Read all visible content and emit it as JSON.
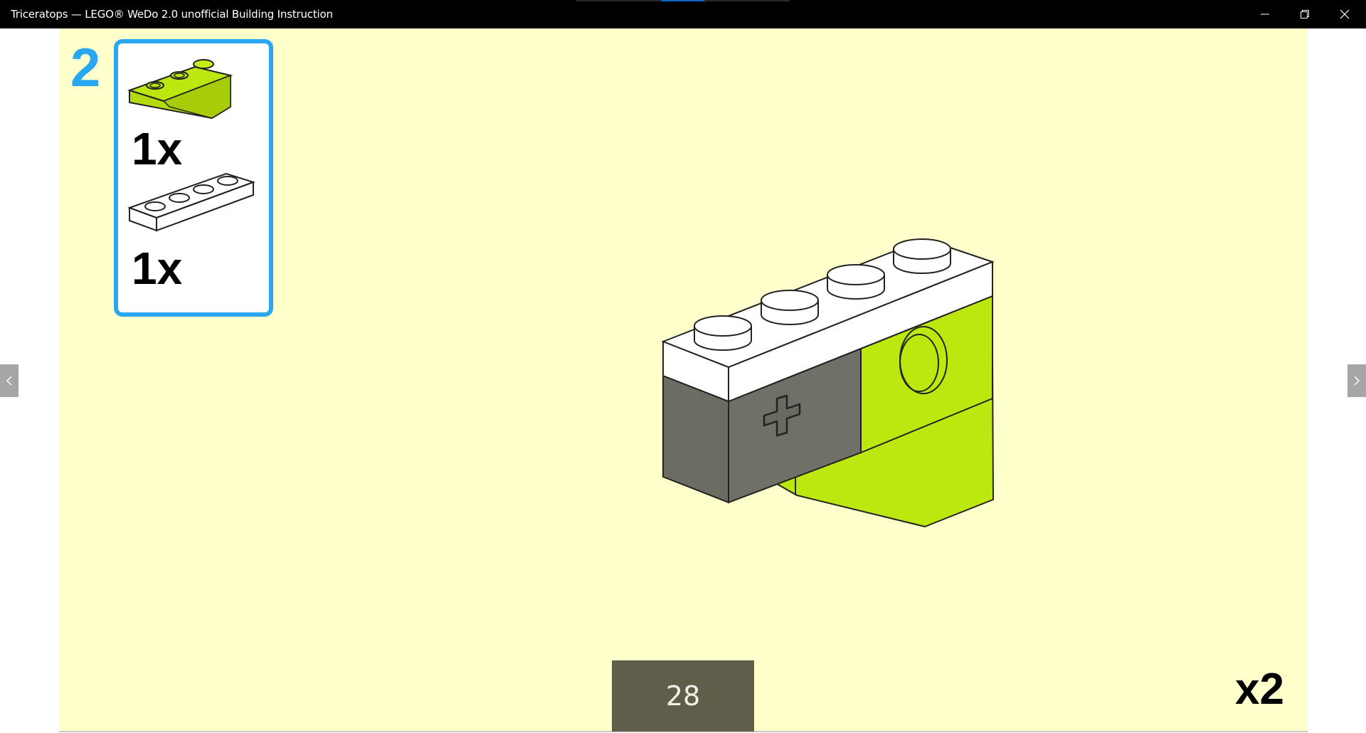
{
  "window": {
    "title": "Triceratops — LEGO® WeDo 2.0 unofficial Building Instruction",
    "minimize_icon": "minimize-icon",
    "restore_icon": "restore-icon",
    "close_icon": "close-icon"
  },
  "step": {
    "number": "2",
    "parts": [
      {
        "name": "lime-inverted-slope-brick",
        "quantity": "1x",
        "color": "#bde80f"
      },
      {
        "name": "white-1x4-plate",
        "quantity": "1x",
        "color": "#ffffff"
      }
    ],
    "multiplier": "x2"
  },
  "page": {
    "number": "28",
    "background": "#ffffcc"
  },
  "navigation": {
    "prev_icon": "chevron-left-icon",
    "next_icon": "chevron-right-icon"
  },
  "colors": {
    "accent_blue": "#29a7f0",
    "lime": "#bde80f",
    "gray_brick": "#6c6c62",
    "page_badge": "#5e5e4b"
  }
}
